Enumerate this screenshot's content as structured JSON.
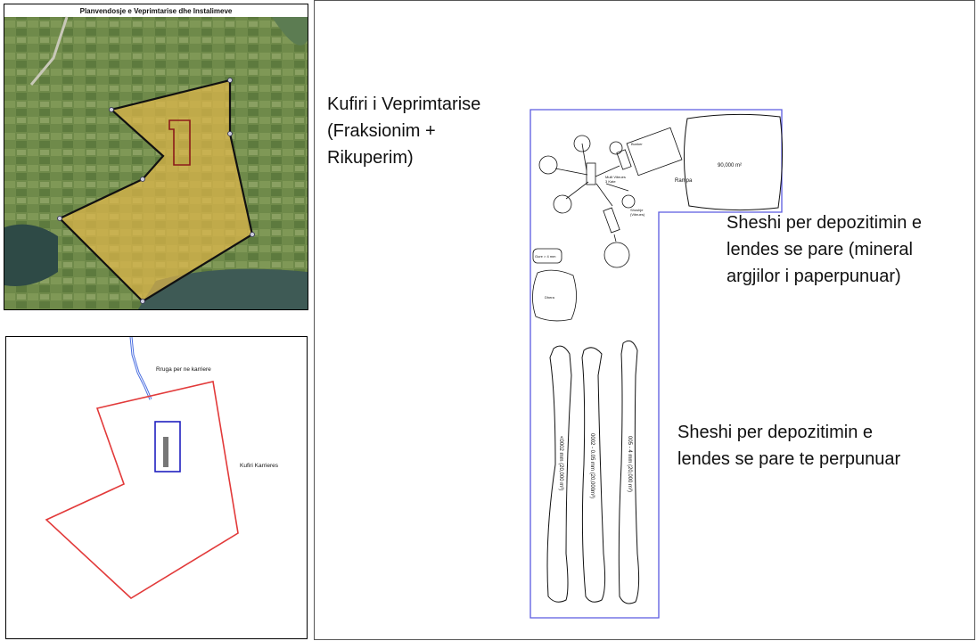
{
  "aerial": {
    "title": "Planvendosje e Veprimtarise dhe Instalimeve",
    "colors": {
      "site_fill": "#e2b84a",
      "outline": "#111111",
      "plant": "#8a1a1a"
    }
  },
  "boundary_map": {
    "road_label": "Rruga per ne karriere",
    "quarry_label": "Kufiri Karrieres",
    "colors": {
      "quarry": "#e23a3a",
      "plant": "#2020c0",
      "road": "#4a6ee0"
    }
  },
  "plant": {
    "boundary_label_lines": [
      "Kufiri i Veprimtarise",
      "(Fraksionim +",
      "Rikuperim)"
    ],
    "raw_area_label_lines": [
      "Sheshi per depozitimin e",
      "lendes se pare (mineral",
      "argjilor i paperpunuar)"
    ],
    "processed_area_label_lines": [
      "Sheshi per depozitimin e",
      "lendes se pare te perpunuar"
    ],
    "raw_stockpile_area": "90,000 m²",
    "rampa": "Rampa",
    "bunker": "Bunker",
    "mills": [
      "Mulli Vibrues",
      "3 Kate"
    ],
    "sieve": [
      "Shoshje",
      "(Vibrues)"
    ],
    "gure": "Gure > 4 mm",
    "dhera": "Dhera",
    "piles": [
      "<0002 mm (20,000 m³)",
      "0002 - 0.05 mm (20,000m³)",
      "005 - 4 mm (20,000 m³)"
    ],
    "colors": {
      "boundary": "#5a5ae0"
    }
  }
}
